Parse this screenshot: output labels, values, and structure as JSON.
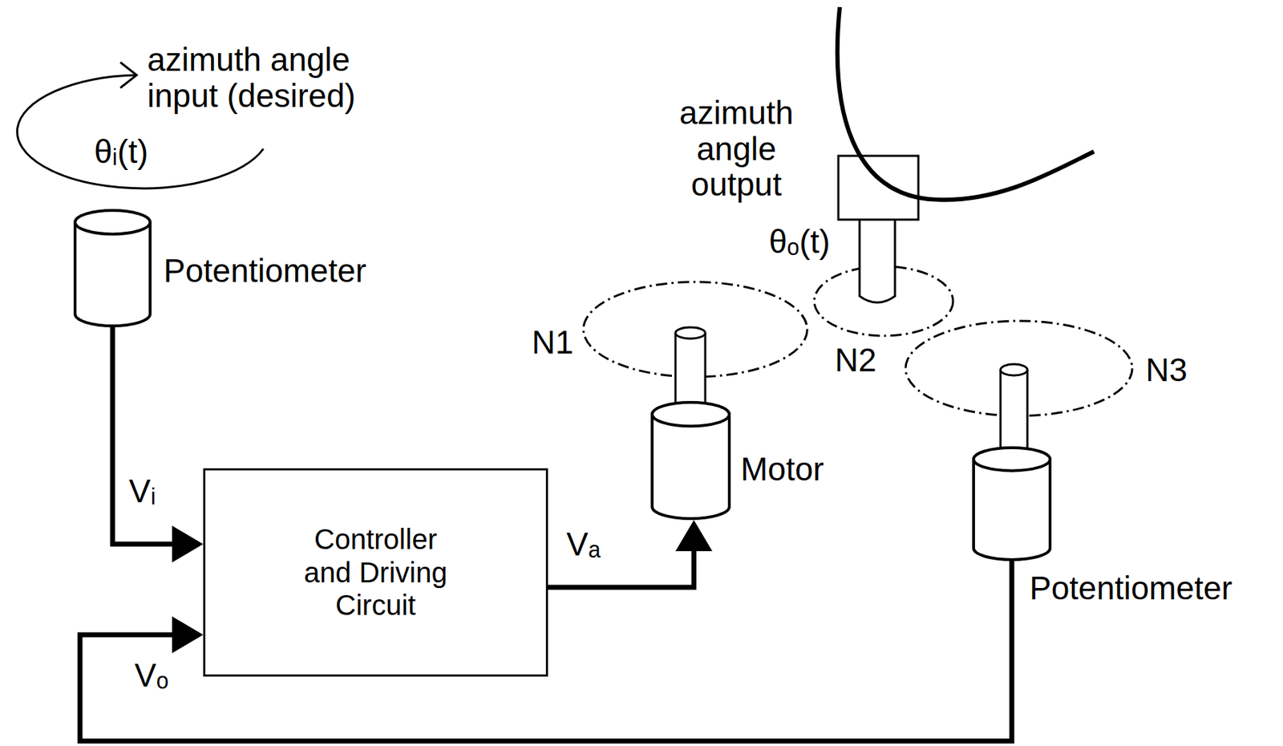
{
  "diagram": {
    "nodes": [
      {
        "text": [
          "Potentiometer"
        ]
      },
      {
        "text": [
          "Controller and Driving Circuit"
        ]
      },
      {
        "text": [
          "Motor"
        ]
      },
      {
        "text": [
          "Potentiometer"
        ]
      }
    ],
    "edges": [
      {
        "from": 0,
        "to": 1,
        "arrow": "to",
        "label": "Vᵢ"
      },
      {
        "from": 1,
        "to": 2,
        "arrow": "to",
        "label": "Vₐ"
      },
      {
        "from": 3,
        "to": 1,
        "arrow": "to",
        "label": "Vₒ"
      }
    ],
    "labels": [
      "azimuth angle input (desired)",
      "θᵢ(t)",
      "azimuth angle output",
      "θₒ(t)",
      "N1",
      "N2",
      "N3"
    ]
  }
}
